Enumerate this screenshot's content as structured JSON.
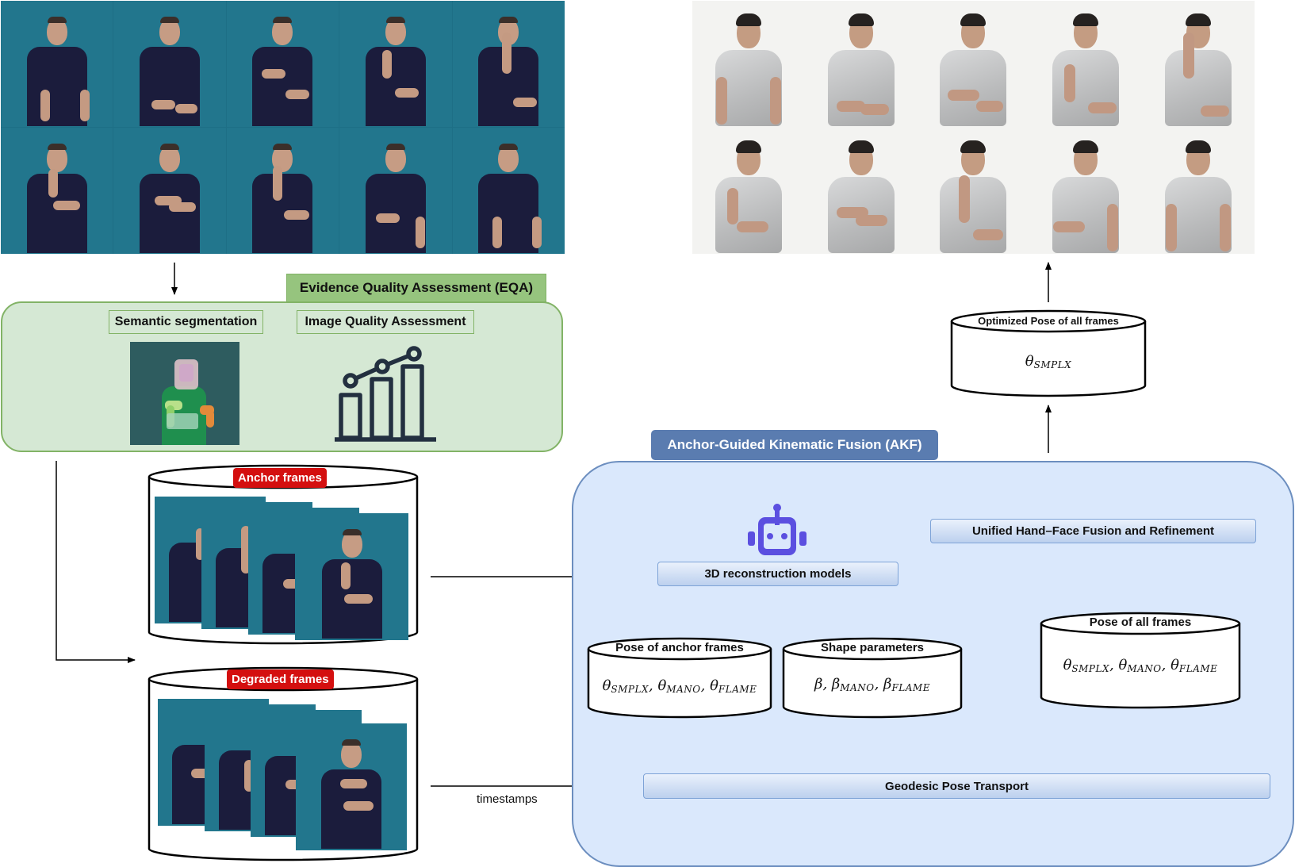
{
  "eqa": {
    "title": "Evidence Quality Assessment (EQA)",
    "semantic_segmentation": "Semantic segmentation",
    "image_quality_assessment": "Image Quality Assessment"
  },
  "storage": {
    "anchor_frames": "Anchor frames",
    "degraded_frames": "Degraded frames",
    "timestamps": "timestamps"
  },
  "akf": {
    "title": "Anchor-Guided Kinematic Fusion (AKF)",
    "reconstruction_models": "3D reconstruction models",
    "unified_fusion": "Unified Hand–Face Fusion and Refinement",
    "geodesic_transport": "Geodesic Pose Transport",
    "pose_anchor": {
      "label": "Pose of anchor frames",
      "symbols": [
        {
          "base": "θ",
          "sub": "SMPLX"
        },
        {
          "base": "θ",
          "sub": "MANO"
        },
        {
          "base": "θ",
          "sub": "FLAME"
        }
      ]
    },
    "shape_params": {
      "label": "Shape parameters",
      "symbols": [
        {
          "base": "β",
          "sub": ""
        },
        {
          "base": "β",
          "sub": "MANO"
        },
        {
          "base": "β",
          "sub": "FLAME"
        }
      ]
    },
    "pose_all": {
      "label": "Pose of all frames",
      "symbols": [
        {
          "base": "θ",
          "sub": "SMPLX"
        },
        {
          "base": "θ",
          "sub": "MANO"
        },
        {
          "base": "θ",
          "sub": "FLAME"
        }
      ]
    }
  },
  "output": {
    "label": "Optimized Pose of all frames",
    "symbols": [
      {
        "base": "θ",
        "sub": "SMPLX"
      }
    ]
  },
  "colors": {
    "eqa_fill": "#d5e8d4",
    "eqa_border": "#82b366",
    "akf_fill": "#dae8fc",
    "akf_border": "#6c8ebf",
    "akf_title_fill": "#5a7cb0",
    "red_tag": "#d40f0f",
    "video_background": "#22768d",
    "robot_icon": "#5b4fe0"
  },
  "icons": [
    "bar-chart-trend-icon",
    "robot-icon"
  ]
}
